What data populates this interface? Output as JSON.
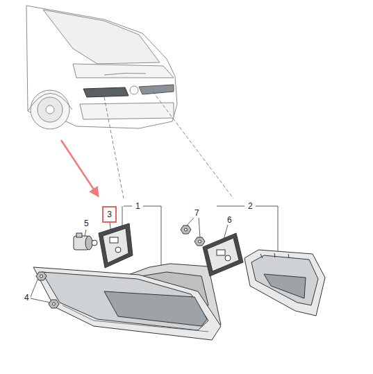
{
  "diagram": {
    "nodes": [
      {
        "text": [
          "3"
        ]
      }
    ],
    "labels": [
      "1",
      "2",
      "5",
      "7",
      "6",
      "4"
    ]
  }
}
